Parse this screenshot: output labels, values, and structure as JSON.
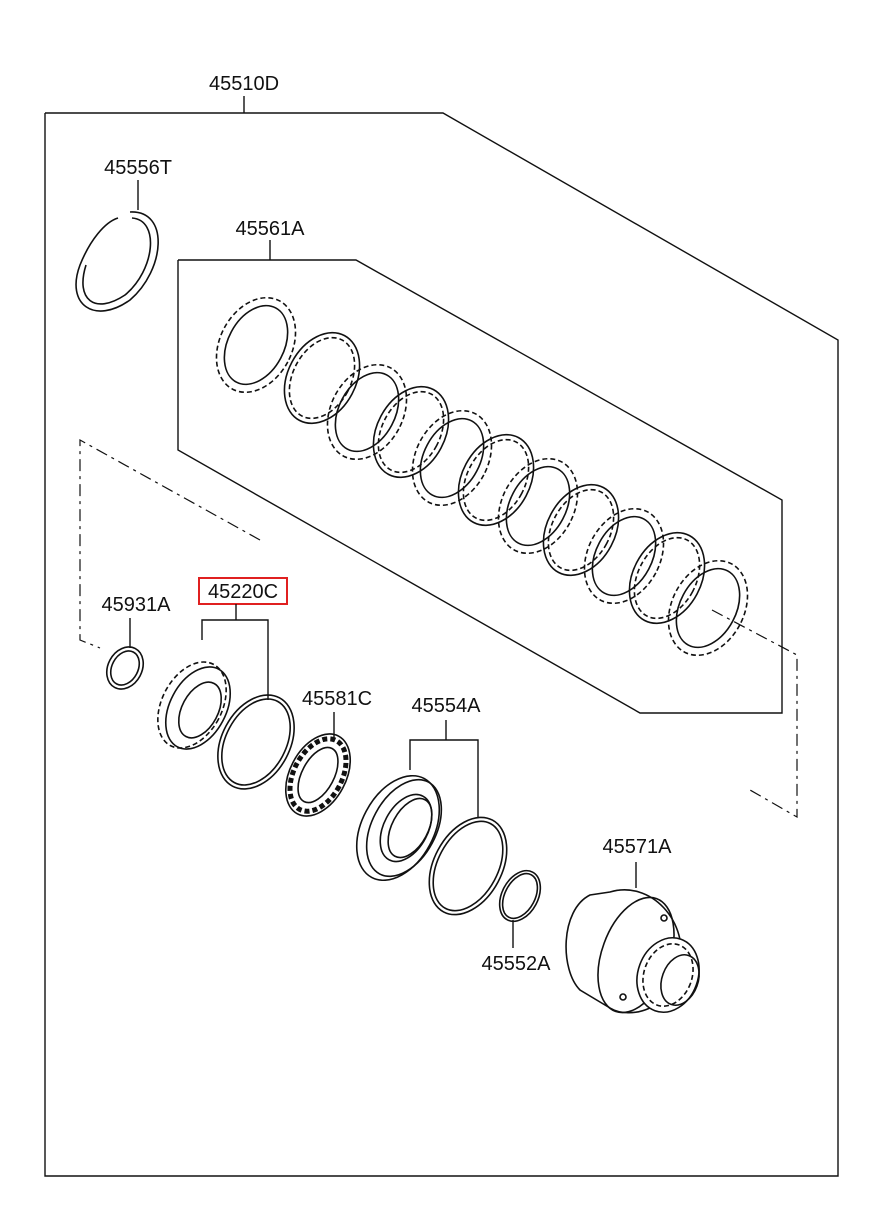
{
  "diagram": {
    "labels": {
      "assembly": "45510D",
      "snap_ring": "45556T",
      "clutch_pack": "45561A",
      "small_ring": "45931A",
      "highlighted_part": "45220C",
      "bearing": "45581C",
      "piston": "45554A",
      "seal_ring": "45552A",
      "hub": "45571A"
    },
    "highlight_color": "#e02020",
    "line_color": "#111111"
  }
}
